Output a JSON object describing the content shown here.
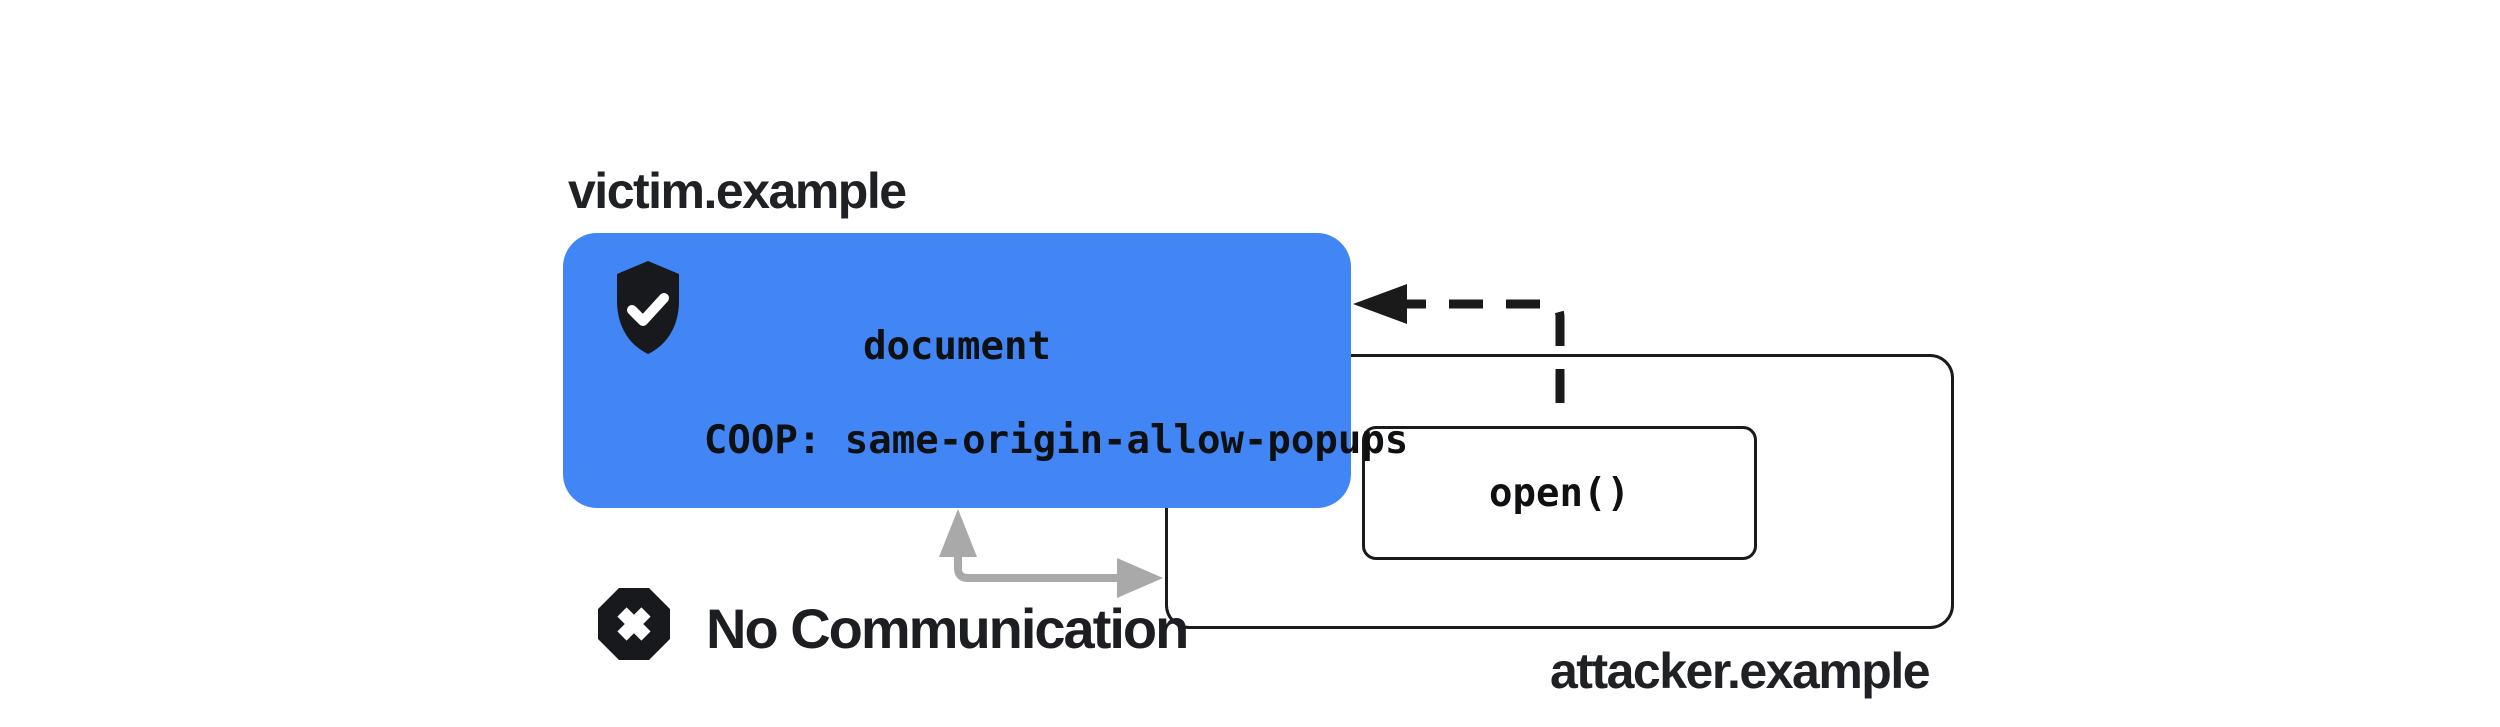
{
  "diagram": {
    "title_context": "COOP same-origin-allow-popups diagram",
    "victim": {
      "domain_label": "victim.example",
      "card": {
        "line1": "document",
        "line2": "COOP: same-origin-allow-popups",
        "fill_color": "#4285f4",
        "icon": "shield-check-icon"
      }
    },
    "attacker": {
      "domain_label": "attacker.example",
      "popup_call_label": "open()"
    },
    "no_communication": {
      "icon": "x-octagon-icon",
      "label": "No Communication"
    },
    "arrows": {
      "opener_reference": {
        "name": "dashed-opener-arrow",
        "style": "dashed",
        "color": "#1a1a1a",
        "direction": "from open() box up and left into victim document"
      },
      "blocked_channel": {
        "name": "gray-elbow-arrow",
        "style": "solid",
        "color": "#a9a9a9",
        "direction": "double-headed elbow between victim document bottom and attacker box left edge"
      }
    },
    "colors": {
      "card_blue": "#4285f4",
      "ink": "#1a1a1a",
      "icon_fill": "#17191c",
      "gray_arrow": "#a9a9a9",
      "label_text": "#202124",
      "background": "#ffffff"
    }
  }
}
